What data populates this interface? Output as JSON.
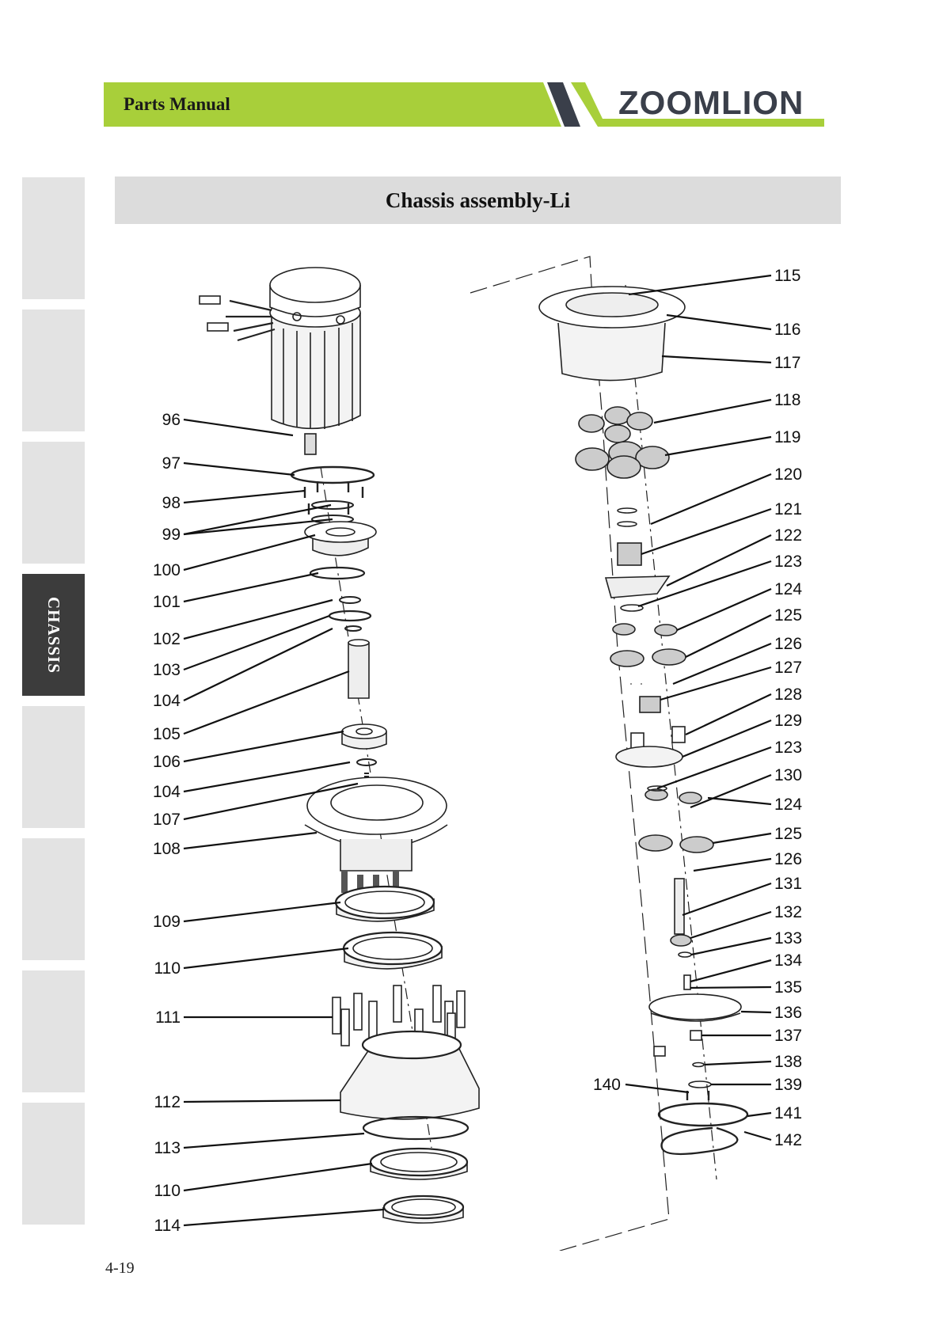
{
  "header": {
    "title": "Parts Manual",
    "brand": "ZOOMLION",
    "accent_color": "#a8cf3a",
    "brand_color": "#3a3f4a"
  },
  "section_tabs": {
    "active_label": "CHASSIS",
    "count": 8,
    "active_index": 3
  },
  "page_title": "Chassis assembly-Li",
  "diagram": {
    "left_callouts": [
      "96",
      "97",
      "98",
      "99",
      "100",
      "101",
      "102",
      "103",
      "104",
      "105",
      "106",
      "104",
      "107",
      "108",
      "109",
      "110",
      "111",
      "112",
      "113",
      "110",
      "114"
    ],
    "right_callouts": [
      "115",
      "116",
      "117",
      "118",
      "119",
      "120",
      "121",
      "122",
      "123",
      "124",
      "125",
      "126",
      "127",
      "128",
      "129",
      "123",
      "130",
      "124",
      "125",
      "126",
      "131",
      "132",
      "133",
      "134",
      "135",
      "136",
      "137",
      "138",
      "139",
      "141",
      "142"
    ],
    "extra_callout": "140"
  },
  "page_number": "4-19"
}
